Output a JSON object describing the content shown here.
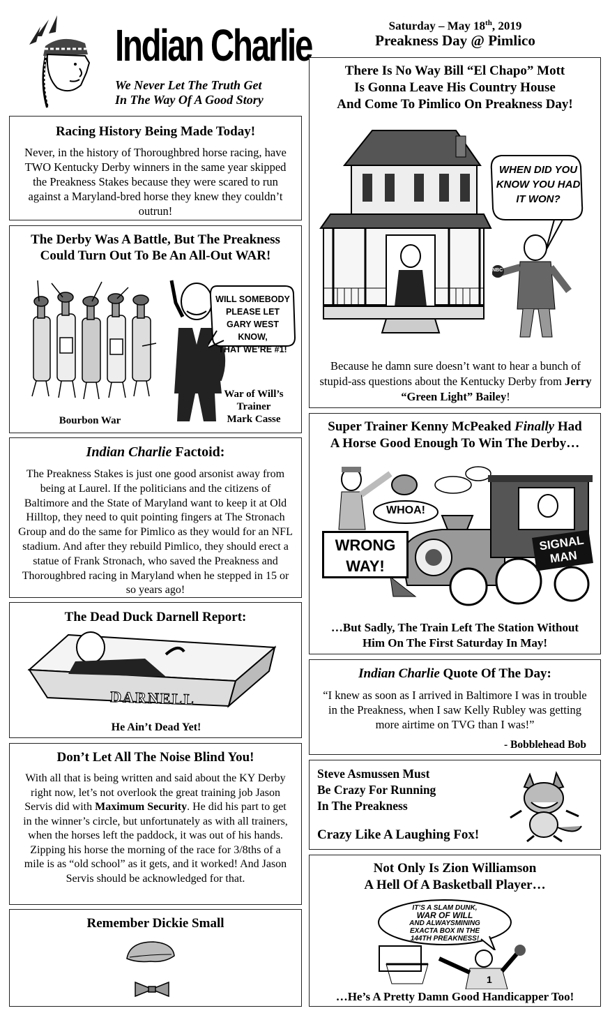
{
  "masthead": {
    "title": "Indian Charlie",
    "tagline_line1": "We Never Let The Truth Get",
    "tagline_line2": "In The Way Of A Good Story",
    "date": "Saturday – May 18th, 2019",
    "event": "Preakness Day @ Pimlico"
  },
  "history": {
    "heading": "Racing History Being Made Today!",
    "body": "Never, in the history of Thoroughbred horse racing, have TWO Kentucky Derby winners in the same year skipped the Preakness Stakes because they were scared to run against a Maryland-bred horse they knew they couldn’t outrun!"
  },
  "derby": {
    "heading_line1": "The Derby Was A Battle, But The Preakness",
    "heading_line2": "Could Turn Out To Be An All-Out WAR!",
    "bubble": [
      "WILL SOMEBODY",
      "PLEASE LET",
      "GARY WEST KNOW,",
      "THAT WE’RE #1!"
    ],
    "caption_left": "Bourbon War",
    "caption_right_1": "War of Will’s",
    "caption_right_2": "Trainer",
    "caption_right_3": "Mark Casse"
  },
  "factoid": {
    "heading_italic": "Indian Charlie",
    "heading_rest": " Factoid:",
    "body": "The Preakness Stakes is just one good arsonist away from being at Laurel. If the politicians and the citizens of Baltimore and the State of Maryland want to keep it at Old Hilltop, they need to quit pointing fingers at The Stronach Group and do the same for Pimlico as they would for an NFL stadium. And after they rebuild Pimlico, they should erect a statue of Frank Stronach, who saved the Preakness and Thoroughbred racing in Maryland when he stepped in 15 or so years ago!"
  },
  "darnell": {
    "heading": "The Dead Duck Darnell Report:",
    "coffin_label": "DARNELL",
    "caption": "He Ain’t Dead Yet!"
  },
  "noise": {
    "heading": "Don’t Let All The Noise Blind You!",
    "body_pre": "With all that is being written and said about the KY Derby right now, let’s not overlook the great training job Jason Servis did with ",
    "body_bold": "Maximum Security",
    "body_post": ". He did his part to get in the winner’s circle, but unfortunately as with all trainers, when the horses left the paddock, it was out of his hands. Zipping his horse the morning of the race for 3/8ths of a mile is as “old school” as it gets, and it worked! And Jason Servis should be acknowledged for that."
  },
  "dickie": {
    "heading": "Remember Dickie Small"
  },
  "mott": {
    "heading_line1": "There Is No Way Bill “El Chapo” Mott",
    "heading_line2": "Is Gonna Leave His Country House",
    "heading_line3": "And Come To Pimlico On Preakness Day!",
    "bubble": [
      "WHEN DID YOU",
      "KNOW YOU HAD",
      "IT WON?"
    ],
    "mic_label": "NBC",
    "body_pre": "Because he damn sure doesn’t want to hear a bunch of stupid-ass questions about the Kentucky Derby from ",
    "body_bold": "Jerry “Green Light” Bailey",
    "body_post": "!"
  },
  "mcpeak": {
    "heading_pre": "Super Trainer Kenny McPeaked ",
    "heading_italic": "Finally",
    "heading_post": " Had",
    "heading_line2": "A Horse Good Enough To Win The Derby…",
    "bubble": "WHOA!",
    "sign_line1": "WRONG",
    "sign_line2": "WAY!",
    "signal_line1": "SIGNAL",
    "signal_line2": "MAN",
    "caption_line1": "…But Sadly, The Train Left The Station Without",
    "caption_line2": "Him On The First Saturday In May!"
  },
  "quote": {
    "heading_italic": "Indian Charlie",
    "heading_rest": " Quote Of The Day:",
    "body": "“I knew as soon as I arrived in Baltimore I was in trouble in the Preakness, when I saw Kelly Rubley was getting more airtime on TVG than I was!”",
    "attribution": "- Bobblehead Bob"
  },
  "asmussen": {
    "line1": "Steve Asmussen Must",
    "line2": "Be Crazy For Running",
    "line3": "In The Preakness",
    "line4": "Crazy Like A Laughing Fox!"
  },
  "zion": {
    "heading_line1": "Not Only Is Zion Williamson",
    "heading_line2": "A Hell Of A Basketball Player…",
    "bubble": [
      "IT’S A SLAM DUNK,",
      "WAR OF WILL",
      "AND ALWAYSMINING",
      "EXACTA BOX IN THE",
      "144TH PREAKNESS!"
    ],
    "jersey": "1",
    "caption": "…He’s A Pretty Damn Good Handicapper Too!"
  }
}
